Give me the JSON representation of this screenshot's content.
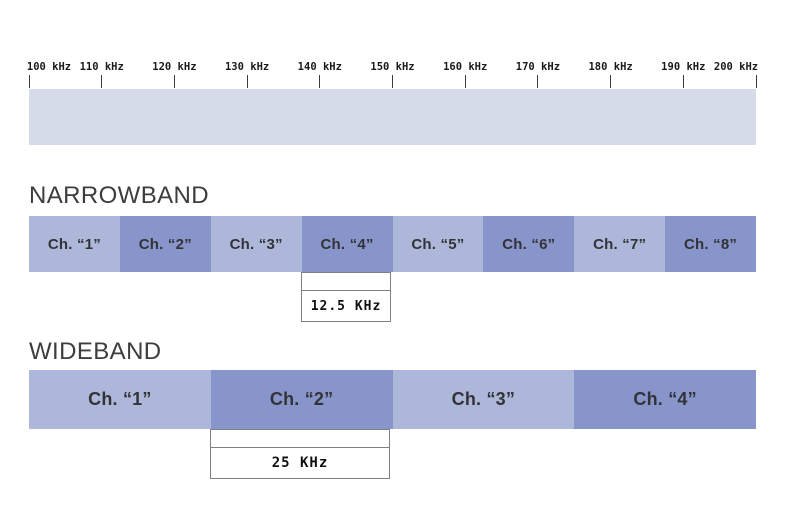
{
  "scale": {
    "unit": "kHz",
    "ticks": [
      {
        "value": "100",
        "unit": "kHz"
      },
      {
        "value": "110",
        "unit": "kHz"
      },
      {
        "value": "120",
        "unit": "kHz"
      },
      {
        "value": "130",
        "unit": "kHz"
      },
      {
        "value": "140",
        "unit": "kHz"
      },
      {
        "value": "150",
        "unit": "kHz"
      },
      {
        "value": "160",
        "unit": "kHz"
      },
      {
        "value": "170",
        "unit": "kHz"
      },
      {
        "value": "180",
        "unit": "kHz"
      },
      {
        "value": "190",
        "unit": "kHz"
      },
      {
        "value": "200",
        "unit": "kHz"
      }
    ],
    "range_start": 100,
    "range_end": 200,
    "step": 10,
    "band_color": "#d6dbe9"
  },
  "narrowband": {
    "heading": "NARROWBAND",
    "channel_width_khz": 12.5,
    "channels": [
      {
        "label": "Ch. “1”",
        "shade": "light"
      },
      {
        "label": "Ch. “2”",
        "shade": "dark"
      },
      {
        "label": "Ch. “3”",
        "shade": "light"
      },
      {
        "label": "Ch. “4”",
        "shade": "dark"
      },
      {
        "label": "Ch. “5”",
        "shade": "light"
      },
      {
        "label": "Ch. “6”",
        "shade": "dark"
      },
      {
        "label": "Ch. “7”",
        "shade": "light"
      },
      {
        "label": "Ch. “8”",
        "shade": "dark"
      }
    ],
    "callout": {
      "text": "12.5 KHz",
      "for_channel": "Ch. “4”"
    }
  },
  "wideband": {
    "heading": "WIDEBAND",
    "channel_width_khz": 25,
    "channels": [
      {
        "label": "Ch. “1”",
        "shade": "light"
      },
      {
        "label": "Ch. “2”",
        "shade": "dark"
      },
      {
        "label": "Ch. “3”",
        "shade": "light"
      },
      {
        "label": "Ch. “4”",
        "shade": "dark"
      }
    ],
    "callout": {
      "text": "25 KHz",
      "for_channel": "Ch. “2”"
    }
  },
  "colors": {
    "channel_light": "#adb7da",
    "channel_dark": "#8795cb",
    "band": "#d6dbe9",
    "text": "#333337",
    "tick": "#3b3b44"
  }
}
